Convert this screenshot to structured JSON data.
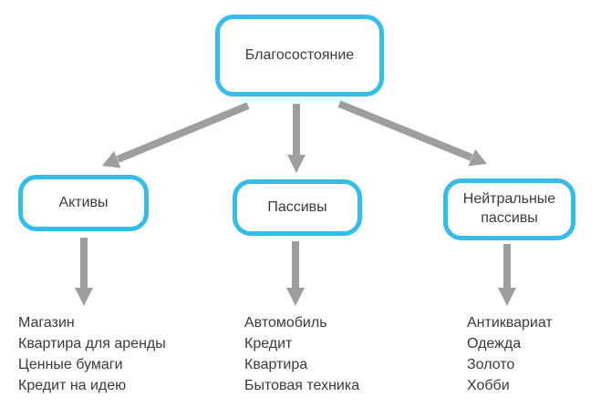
{
  "diagram": {
    "root": {
      "label": "Благосостояние"
    },
    "branches": [
      {
        "label": "Активы",
        "items": [
          "Магазин",
          "Квартира для аренды",
          "Ценные бумаги",
          "Кредит на идею"
        ]
      },
      {
        "label": "Пассивы",
        "items": [
          "Автомобиль",
          "Кредит",
          "Квартира",
          "Бытовая техника"
        ]
      },
      {
        "label": "Нейтральные пассивы",
        "items": [
          "Антиквариат",
          "Одежда",
          "Золото",
          "Хобби"
        ]
      }
    ],
    "colors": {
      "node_border": "#33bde8",
      "arrow": "#9e9e9e",
      "text": "#3a3a3a",
      "background": "#ffffff"
    }
  }
}
